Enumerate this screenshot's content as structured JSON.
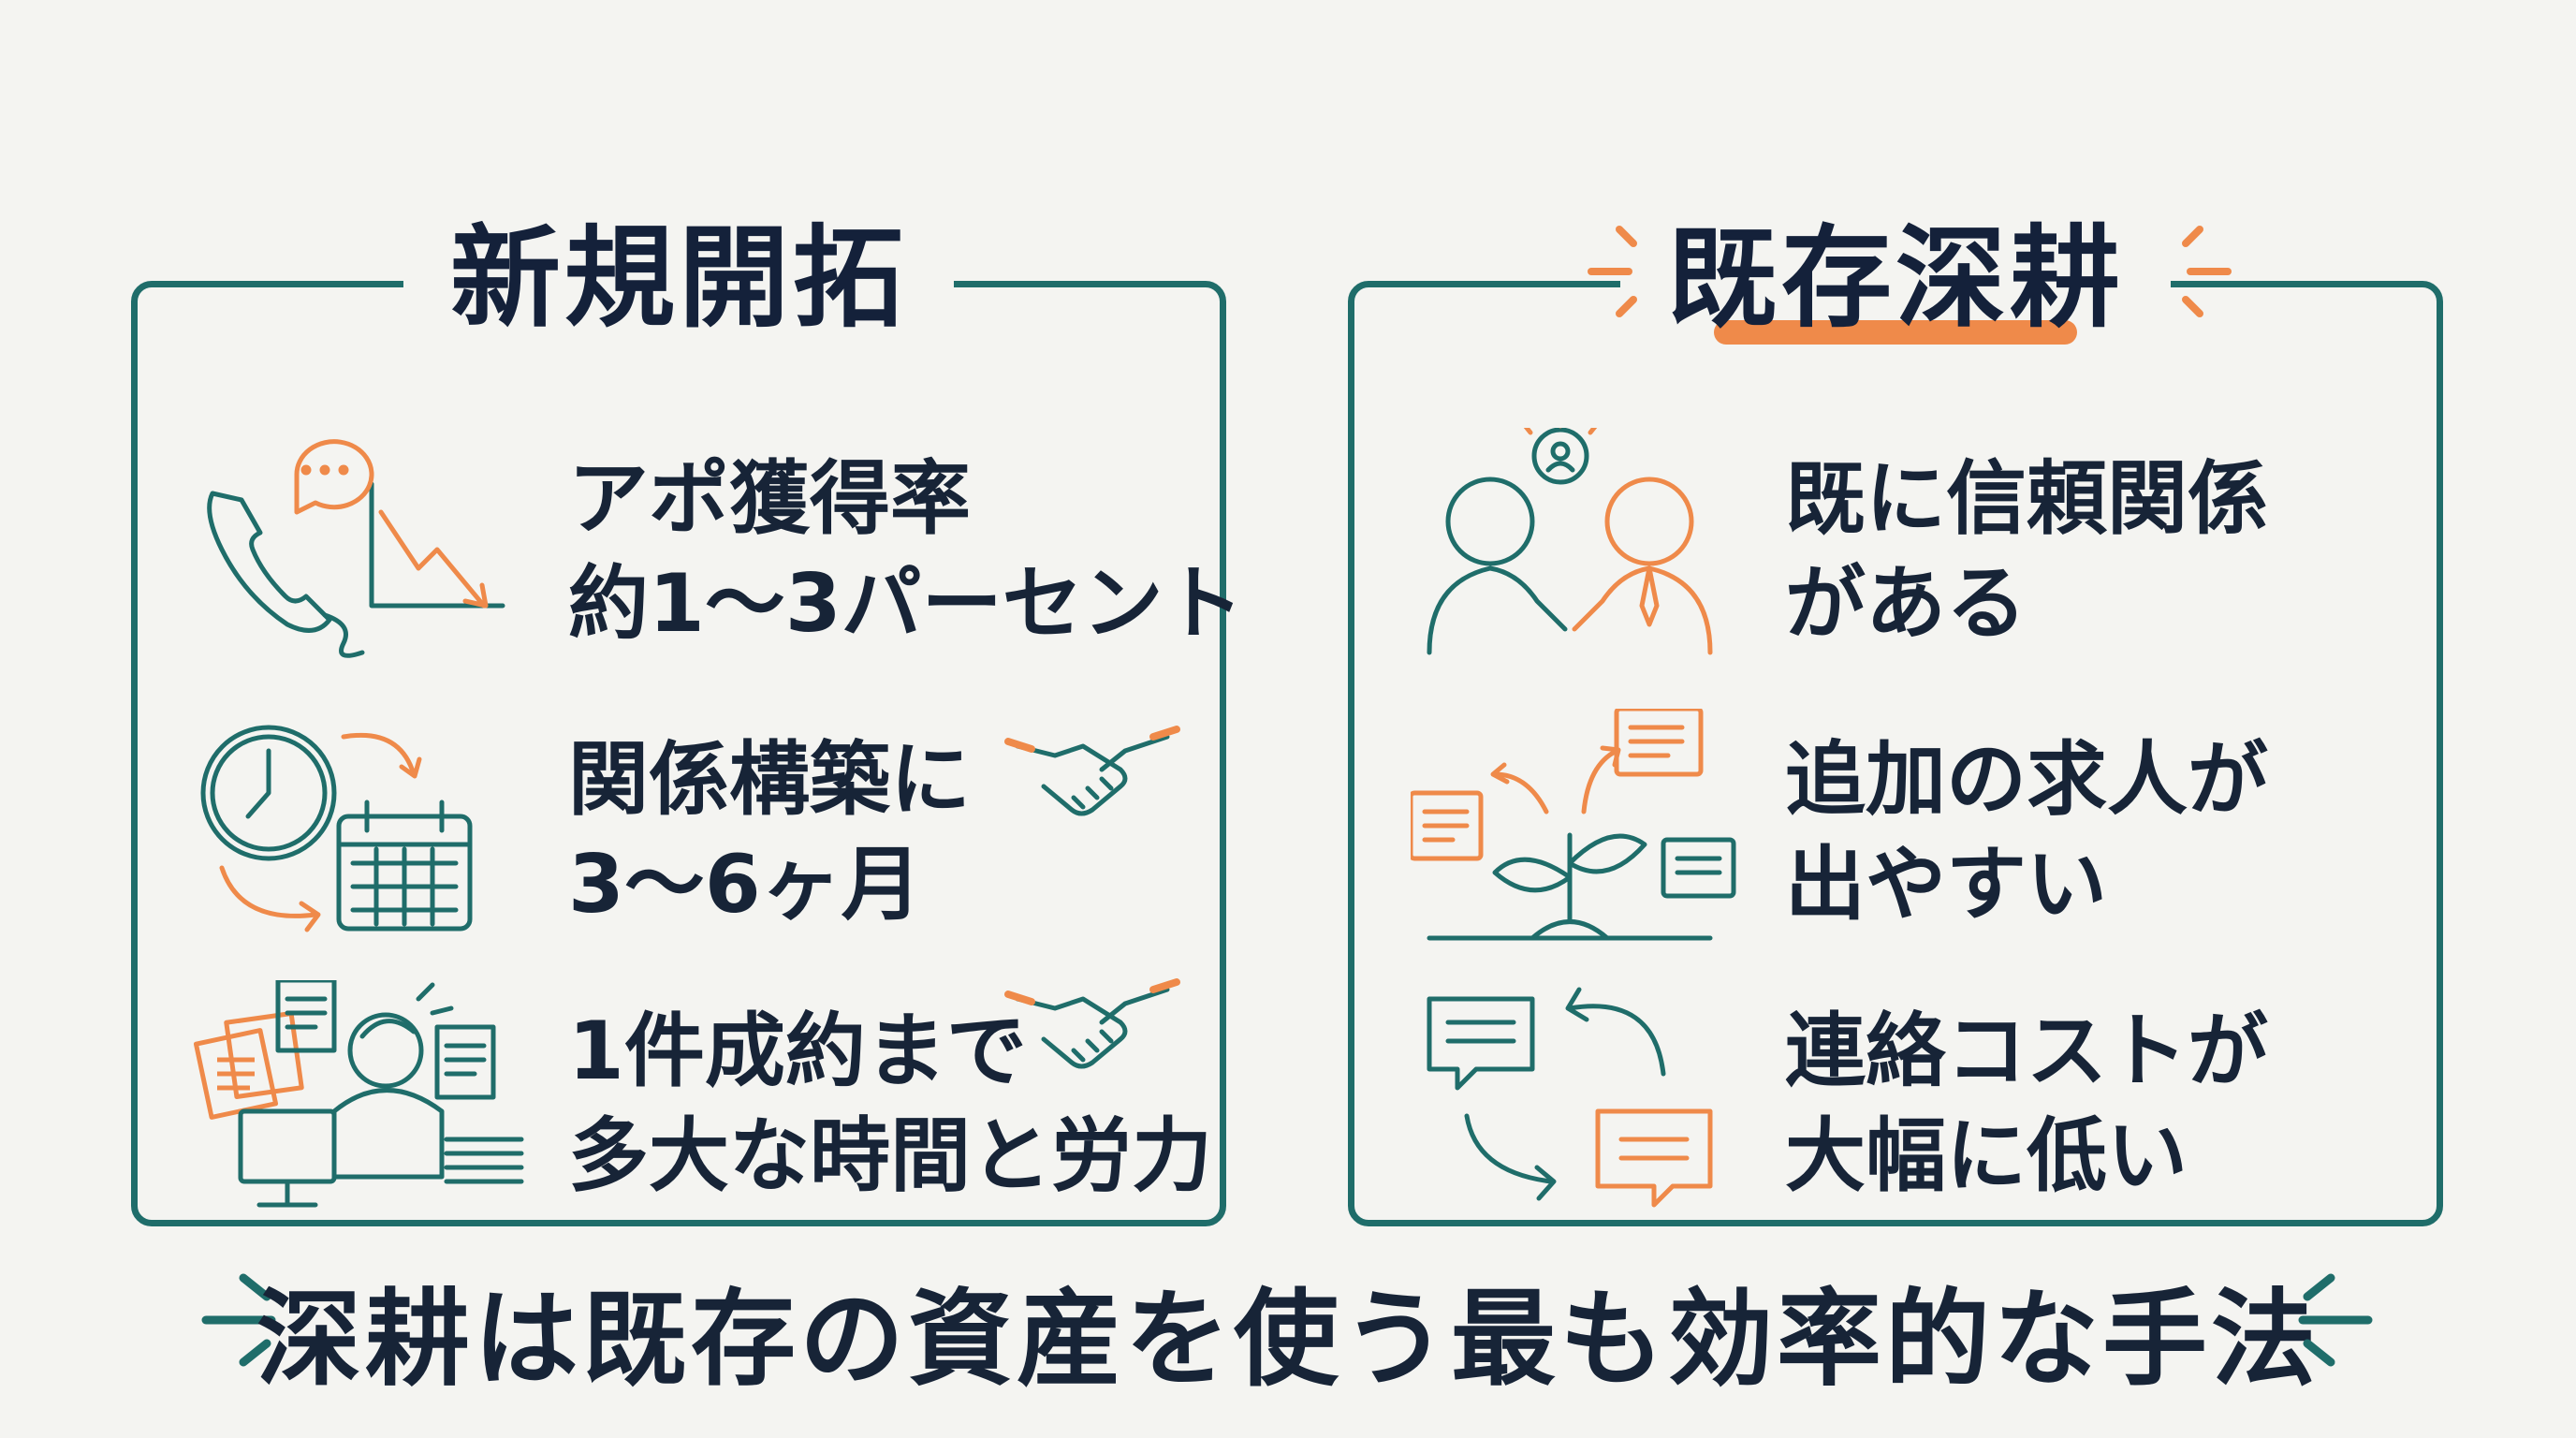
{
  "left_panel": {
    "title": "新規開拓",
    "items": [
      {
        "line1": "アポ獲得率",
        "line2": "約1〜3パーセント",
        "icon": "phone-chart-down-icon"
      },
      {
        "line1": "関係構築に",
        "line2": "3〜6ヶ月",
        "icon": "clock-calendar-icon"
      },
      {
        "line1": "1件成約まで",
        "line2": "多大な時間と労力",
        "icon": "stressed-worker-icon"
      }
    ]
  },
  "right_panel": {
    "title": "既存深耕",
    "items": [
      {
        "line1": "既に信頼関係",
        "line2": "がある",
        "icon": "handshake-people-icon"
      },
      {
        "line1": "追加の求人が",
        "line2": "出やすい",
        "icon": "sprout-documents-icon"
      },
      {
        "line1": "連絡コストが",
        "line2": "大幅に低い",
        "icon": "chat-cycle-icon"
      }
    ]
  },
  "slogan": "深耕は既存の資産を使う最も効率的な手法",
  "colors": {
    "teal": "#1f6d6a",
    "orange": "#ef8a4a",
    "navy": "#172437",
    "background": "#f4f4f1"
  }
}
